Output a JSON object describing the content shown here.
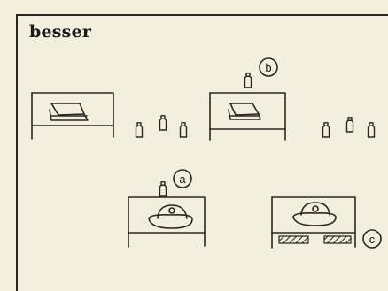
{
  "title": "besser",
  "labels": {
    "b": "b",
    "a": "a",
    "c": "c"
  },
  "icons": {
    "bottle": "bottle-icon",
    "tray": "tray-icon",
    "dome": "dome-icon",
    "bar": "hatched-bar-icon"
  },
  "colors": {
    "ink": "#2b2620",
    "paper": "#f4eedf"
  }
}
